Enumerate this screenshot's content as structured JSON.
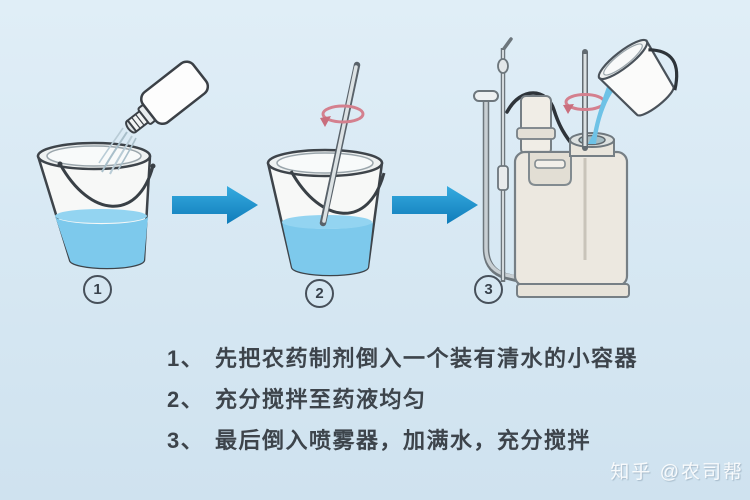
{
  "colors": {
    "background": "#d7e8f3",
    "arrow_blue": "#1b93cd",
    "water_blue": "#7dc9ec",
    "rotation_arrow_pink": "#d4808e",
    "instruction_text": "#3d444b",
    "watermark_text": "#f2f7fb"
  },
  "steps": [
    {
      "label": "1",
      "icon": "bucket-with-pesticide-bottle-pouring"
    },
    {
      "label": "2",
      "icon": "bucket-with-stirring-rod"
    },
    {
      "label": "3",
      "icon": "knapsack-sprayer-being-filled"
    }
  ],
  "instructions": [
    {
      "index": "1、",
      "text": "先把农药制剂倒入一个装有清水的小容器"
    },
    {
      "index": "2、",
      "text": "充分搅拌至药液均匀"
    },
    {
      "index": "3、",
      "text": "最后倒入喷雾器，加满水，充分搅拌"
    }
  ],
  "watermark": {
    "text": "知乎 @农司帮"
  }
}
